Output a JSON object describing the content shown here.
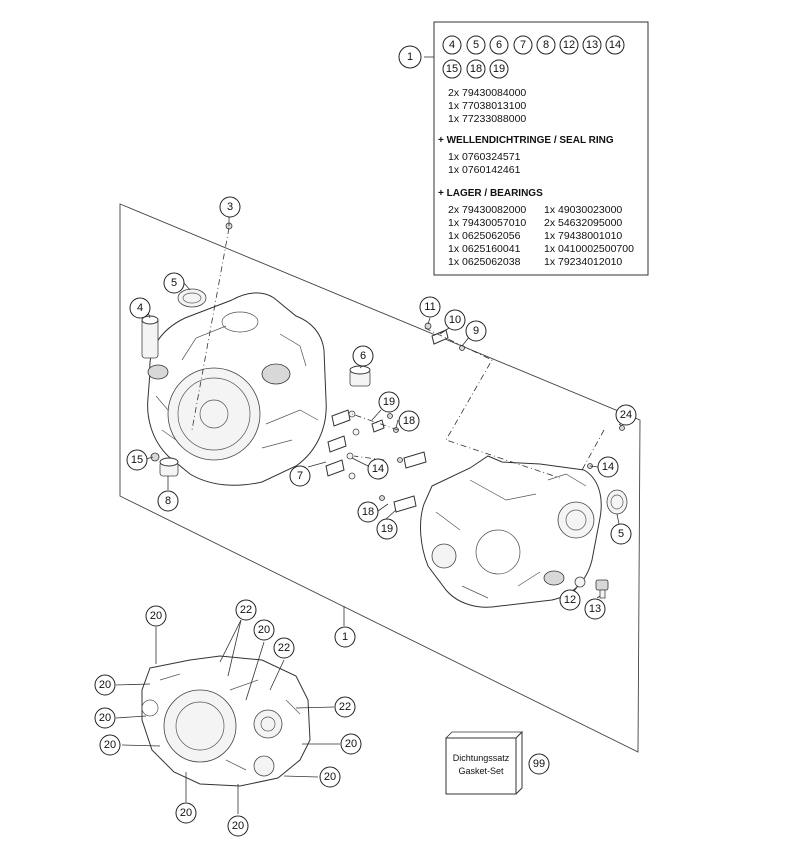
{
  "info_box": {
    "ref": "1",
    "refs_row1": [
      "4",
      "5",
      "6",
      "7",
      "8",
      "12",
      "13",
      "14"
    ],
    "refs_row2": [
      "15",
      "18",
      "19"
    ],
    "parts": [
      "2x 79430084000",
      "1x 77038013100",
      "1x 77233088000"
    ],
    "seal_heading": "+ WELLENDICHTRINGE /  SEAL RING",
    "seal_parts": [
      "1x 0760324571",
      "1x 0760142461"
    ],
    "bearing_heading": "+ LAGER / BEARINGS",
    "bearings_left": [
      "2x 79430082000",
      "1x 79430057010",
      "1x 0625062056",
      "1x 0625160041",
      "1x 0625062038"
    ],
    "bearings_right": [
      "1x 49030023000",
      "2x 54632095000",
      "1x 79438001010",
      "1x 0410002500700",
      "1x 79234012010"
    ]
  },
  "callouts": {
    "c3": "3",
    "c5a": "5",
    "c4": "4",
    "c6": "6",
    "c11": "11",
    "c10": "10",
    "c9": "9",
    "c19a": "19",
    "c18a": "18",
    "c24": "24",
    "c15": "15",
    "c7": "7",
    "c14a": "14",
    "c14b": "14",
    "c8": "8",
    "c18b": "18",
    "c19b": "19",
    "c5b": "5",
    "c12": "12",
    "c13": "13",
    "c1": "1",
    "c99": "99",
    "c20a": "20",
    "c22a": "22",
    "c20b": "20",
    "c22b": "22",
    "c20c": "20",
    "c20d": "20",
    "c22c": "22",
    "c20e": "20",
    "c20f": "20",
    "c20g": "20",
    "c20h": "20",
    "c20i": "20"
  },
  "gasket_set": {
    "line1": "Dichtungssatz",
    "line2": "Gasket-Set"
  }
}
